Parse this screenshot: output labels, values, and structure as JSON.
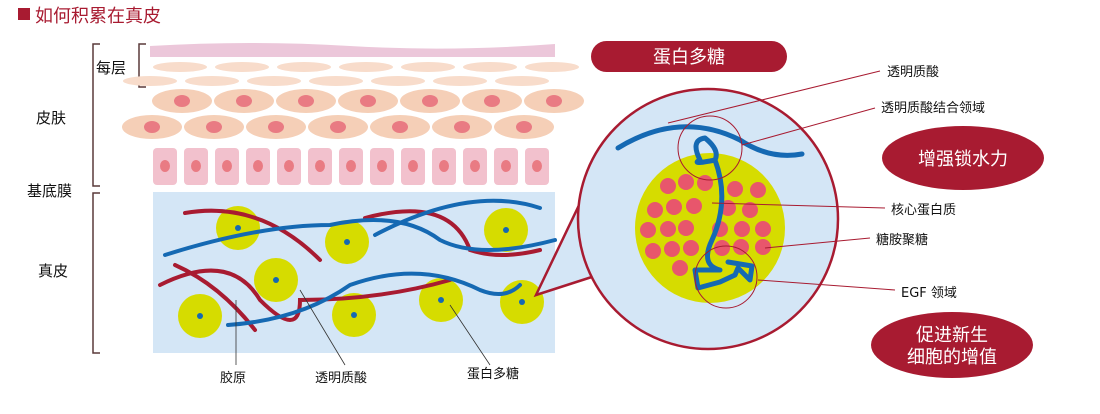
{
  "title": "如何积累在真皮",
  "skin_labels": {
    "stratum": "每层",
    "skin": "皮肤",
    "basement": "基底膜",
    "dermis": "真皮"
  },
  "dermis_labels": {
    "collagen": "胶原",
    "hyaluronic": "透明质酸",
    "proteoglycan": "蛋白多糖"
  },
  "zoom": {
    "pill": "蛋白多糖",
    "labels": {
      "hyaluronic": "透明质酸",
      "ha_binding": "透明质酸结合领域",
      "core_protein": "核心蛋白质",
      "gag": "糖胺聚糖",
      "egf": "EGF 领域"
    },
    "benefit1": "增强锁水力",
    "benefit2_line1": "促进新生",
    "benefit2_line2": "细胞的增值"
  },
  "colors": {
    "accent": "#a81b31",
    "dermis": "#d4e6f6",
    "yellow": "#d6dc00",
    "blue": "#1569b3",
    "pink": "#e8566c"
  }
}
